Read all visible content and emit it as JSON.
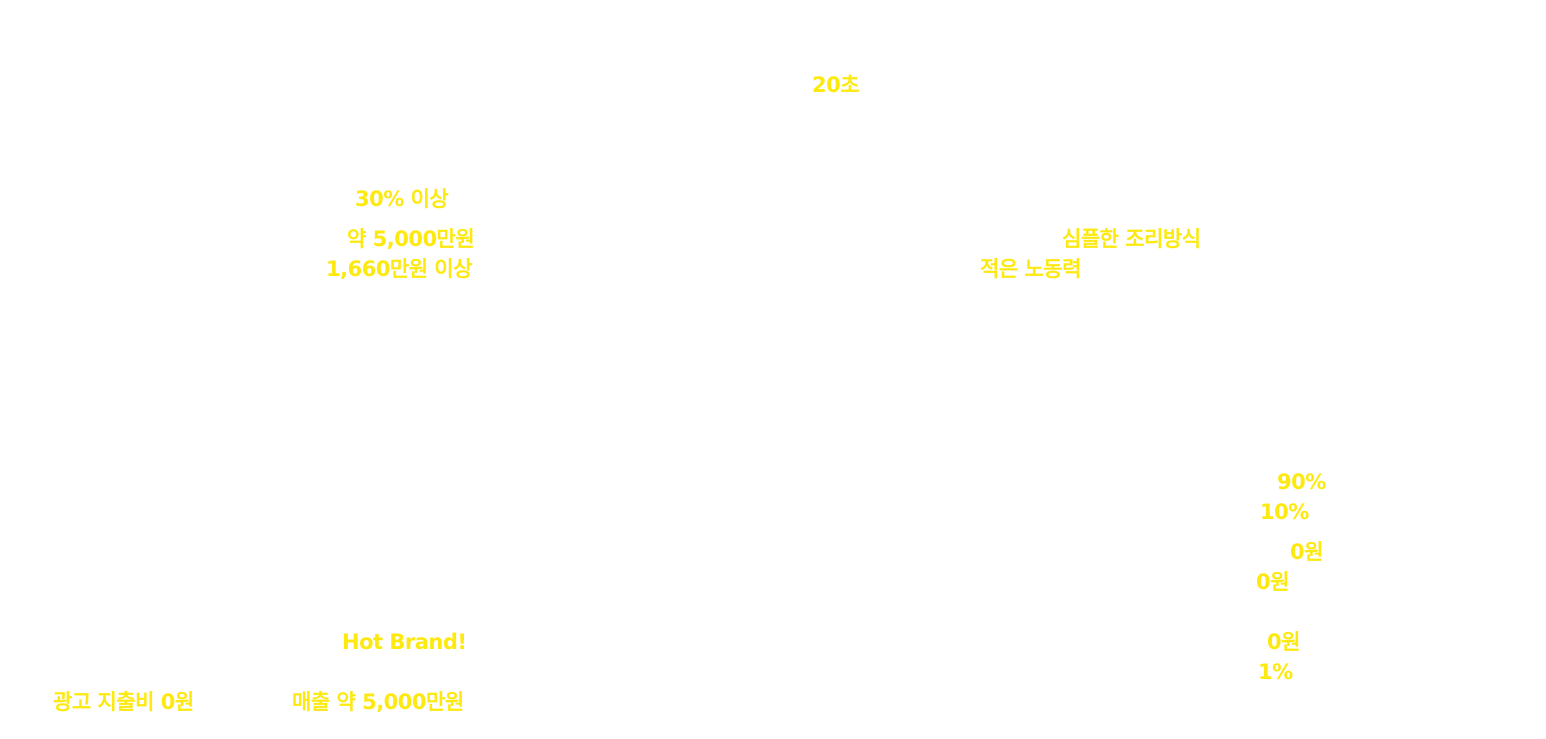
{
  "highlight_color": "#fde910",
  "background_color": "#ffffff",
  "highlights": {
    "time": "20초",
    "margin": "30% 이상",
    "revenue_approx": "약 5,000만원",
    "profit_min": "1,660만원 이상",
    "cooking": "심플한 조리방식",
    "labor": "적은 노동력",
    "ratio_90": "90%",
    "ratio_10": "10%",
    "fee_a": "0원",
    "fee_b": "0원",
    "hot_brand": "Hot Brand!",
    "fee_c": "0원",
    "ratio_1": "1%",
    "ad_cost": "광고 지출비 0원",
    "sales": "매출 약 5,000만원"
  }
}
